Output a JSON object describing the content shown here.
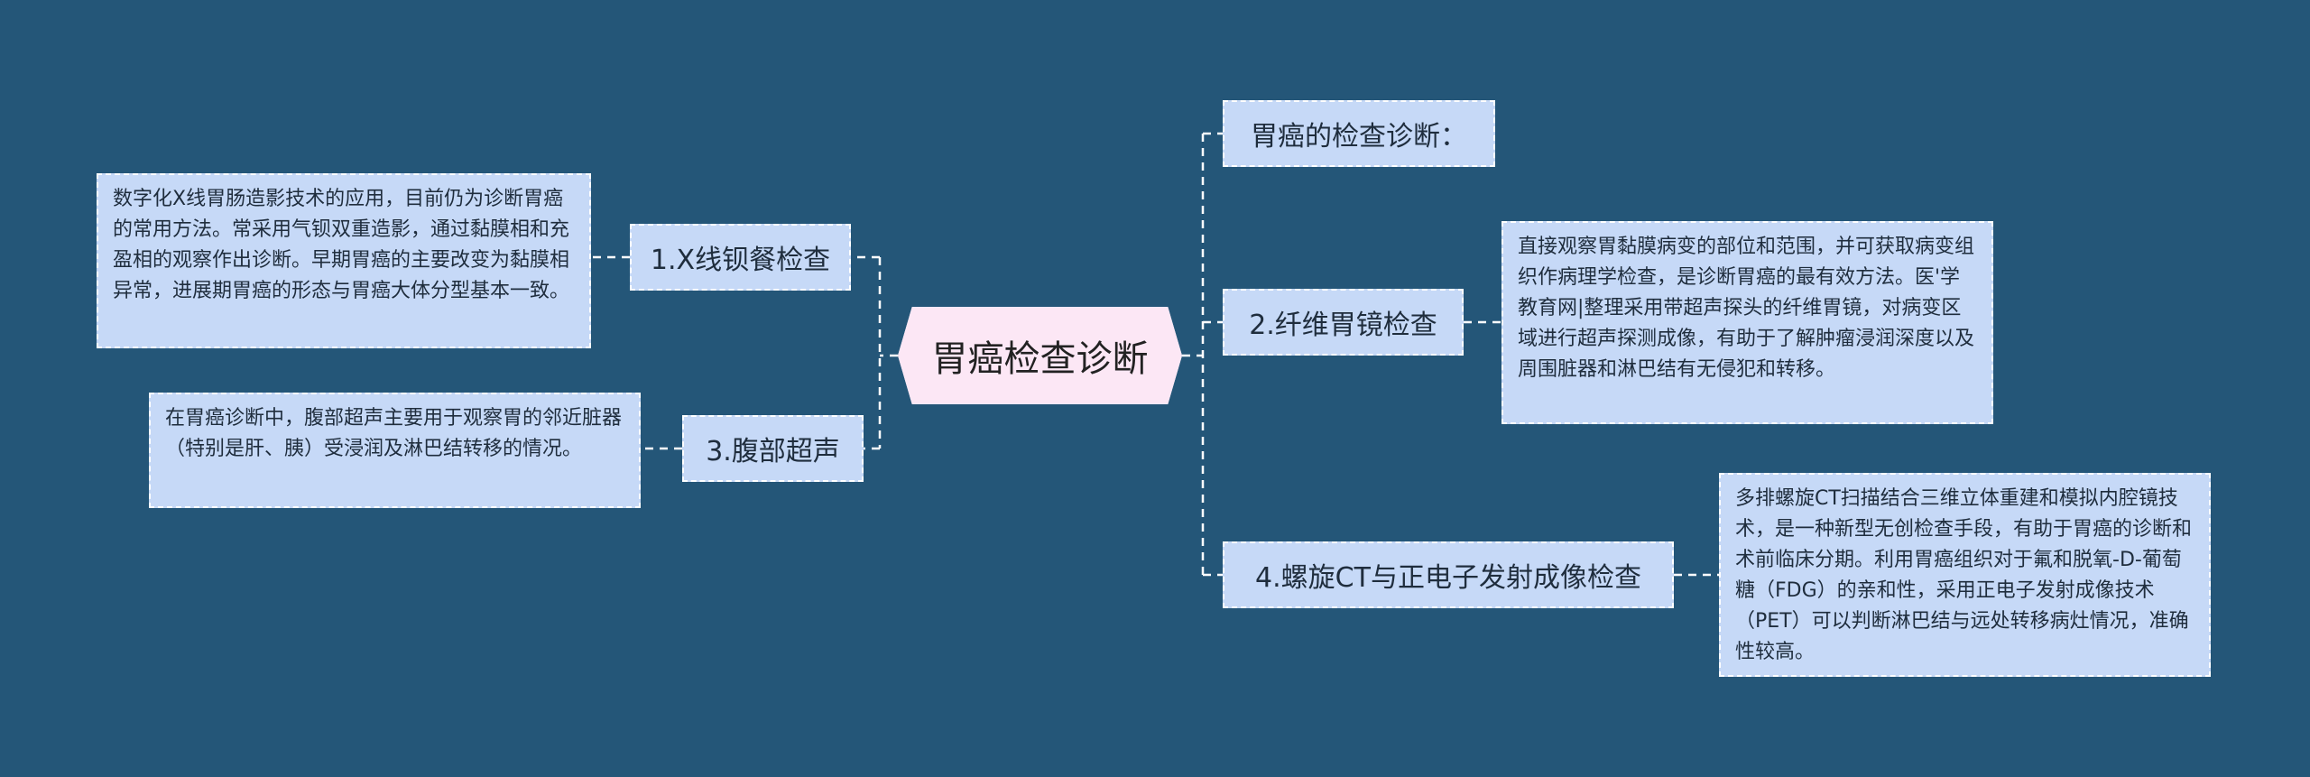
{
  "colors": {
    "background": "#245678",
    "node_fill": "#C6D9F7",
    "center_fill": "#FCE7F5",
    "line": "#ffffff"
  },
  "center": {
    "title": "胃癌检查诊断"
  },
  "left": [
    {
      "label": "1.X线钡餐检查",
      "detail": "数字化X线胃肠造影技术的应用，目前仍为诊断胃癌的常用方法。常采用气钡双重造影，通过黏膜相和充盈相的观察作出诊断。早期胃癌的主要改变为黏膜相异常，进展期胃癌的形态与胃癌大体分型基本一致。"
    },
    {
      "label": "3.腹部超声",
      "detail": "在胃癌诊断中，腹部超声主要用于观察胃的邻近脏器（特别是肝、胰）受浸润及淋巴结转移的情况。"
    }
  ],
  "right": [
    {
      "label": "胃癌的检查诊断："
    },
    {
      "label": "2.纤维胃镜检查",
      "detail": "直接观察胃黏膜病变的部位和范围，并可获取病变组织作病理学检查，是诊断胃癌的最有效方法。医'学教育网|整理采用带超声探头的纤维胃镜，对病变区域进行超声探测成像，有助于了解肿瘤浸润深度以及周围脏器和淋巴结有无侵犯和转移。"
    },
    {
      "label": "4.螺旋CT与正电子发射成像检查",
      "detail": "多排螺旋CT扫描结合三维立体重建和模拟内腔镜技术，是一种新型无创检查手段，有助于胃癌的诊断和术前临床分期。利用胃癌组织对于氟和脱氧-D-葡萄糖（FDG）的亲和性，采用正电子发射成像技术（PET）可以判断淋巴结与远处转移病灶情况，准确性较高。"
    }
  ]
}
